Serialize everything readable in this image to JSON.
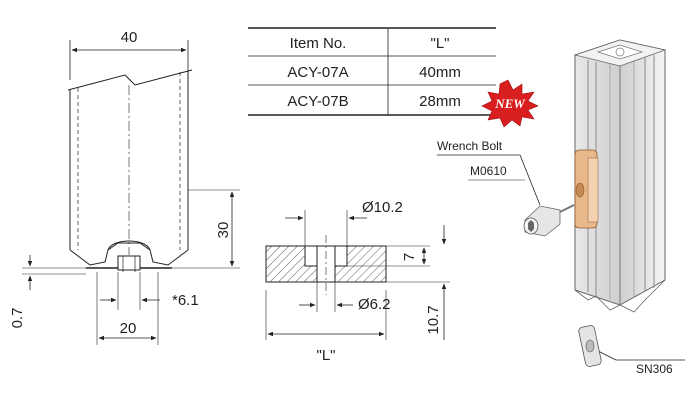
{
  "table": {
    "headers": [
      "Item No.",
      "\"L\""
    ],
    "rows": [
      [
        "ACY-07A",
        "40mm"
      ],
      [
        "ACY-07B",
        "28mm"
      ]
    ]
  },
  "badge": {
    "text": "NEW",
    "color": "#d81e1e"
  },
  "profile_view": {
    "width_top": "40",
    "height": "30",
    "offset": "0.7",
    "slot_width": "20",
    "slot_opening": "*6.1"
  },
  "section_view": {
    "bore_top": "Ø10.2",
    "bore_bottom": "Ø6.2",
    "height_inner": "7",
    "height_total": "10.7",
    "length": "\"L\""
  },
  "assembly": {
    "wrench_bolt_label": "Wrench Bolt",
    "bolt_code": "M0610",
    "nut_code": "SN306",
    "nut_color": "#e8b88a"
  }
}
